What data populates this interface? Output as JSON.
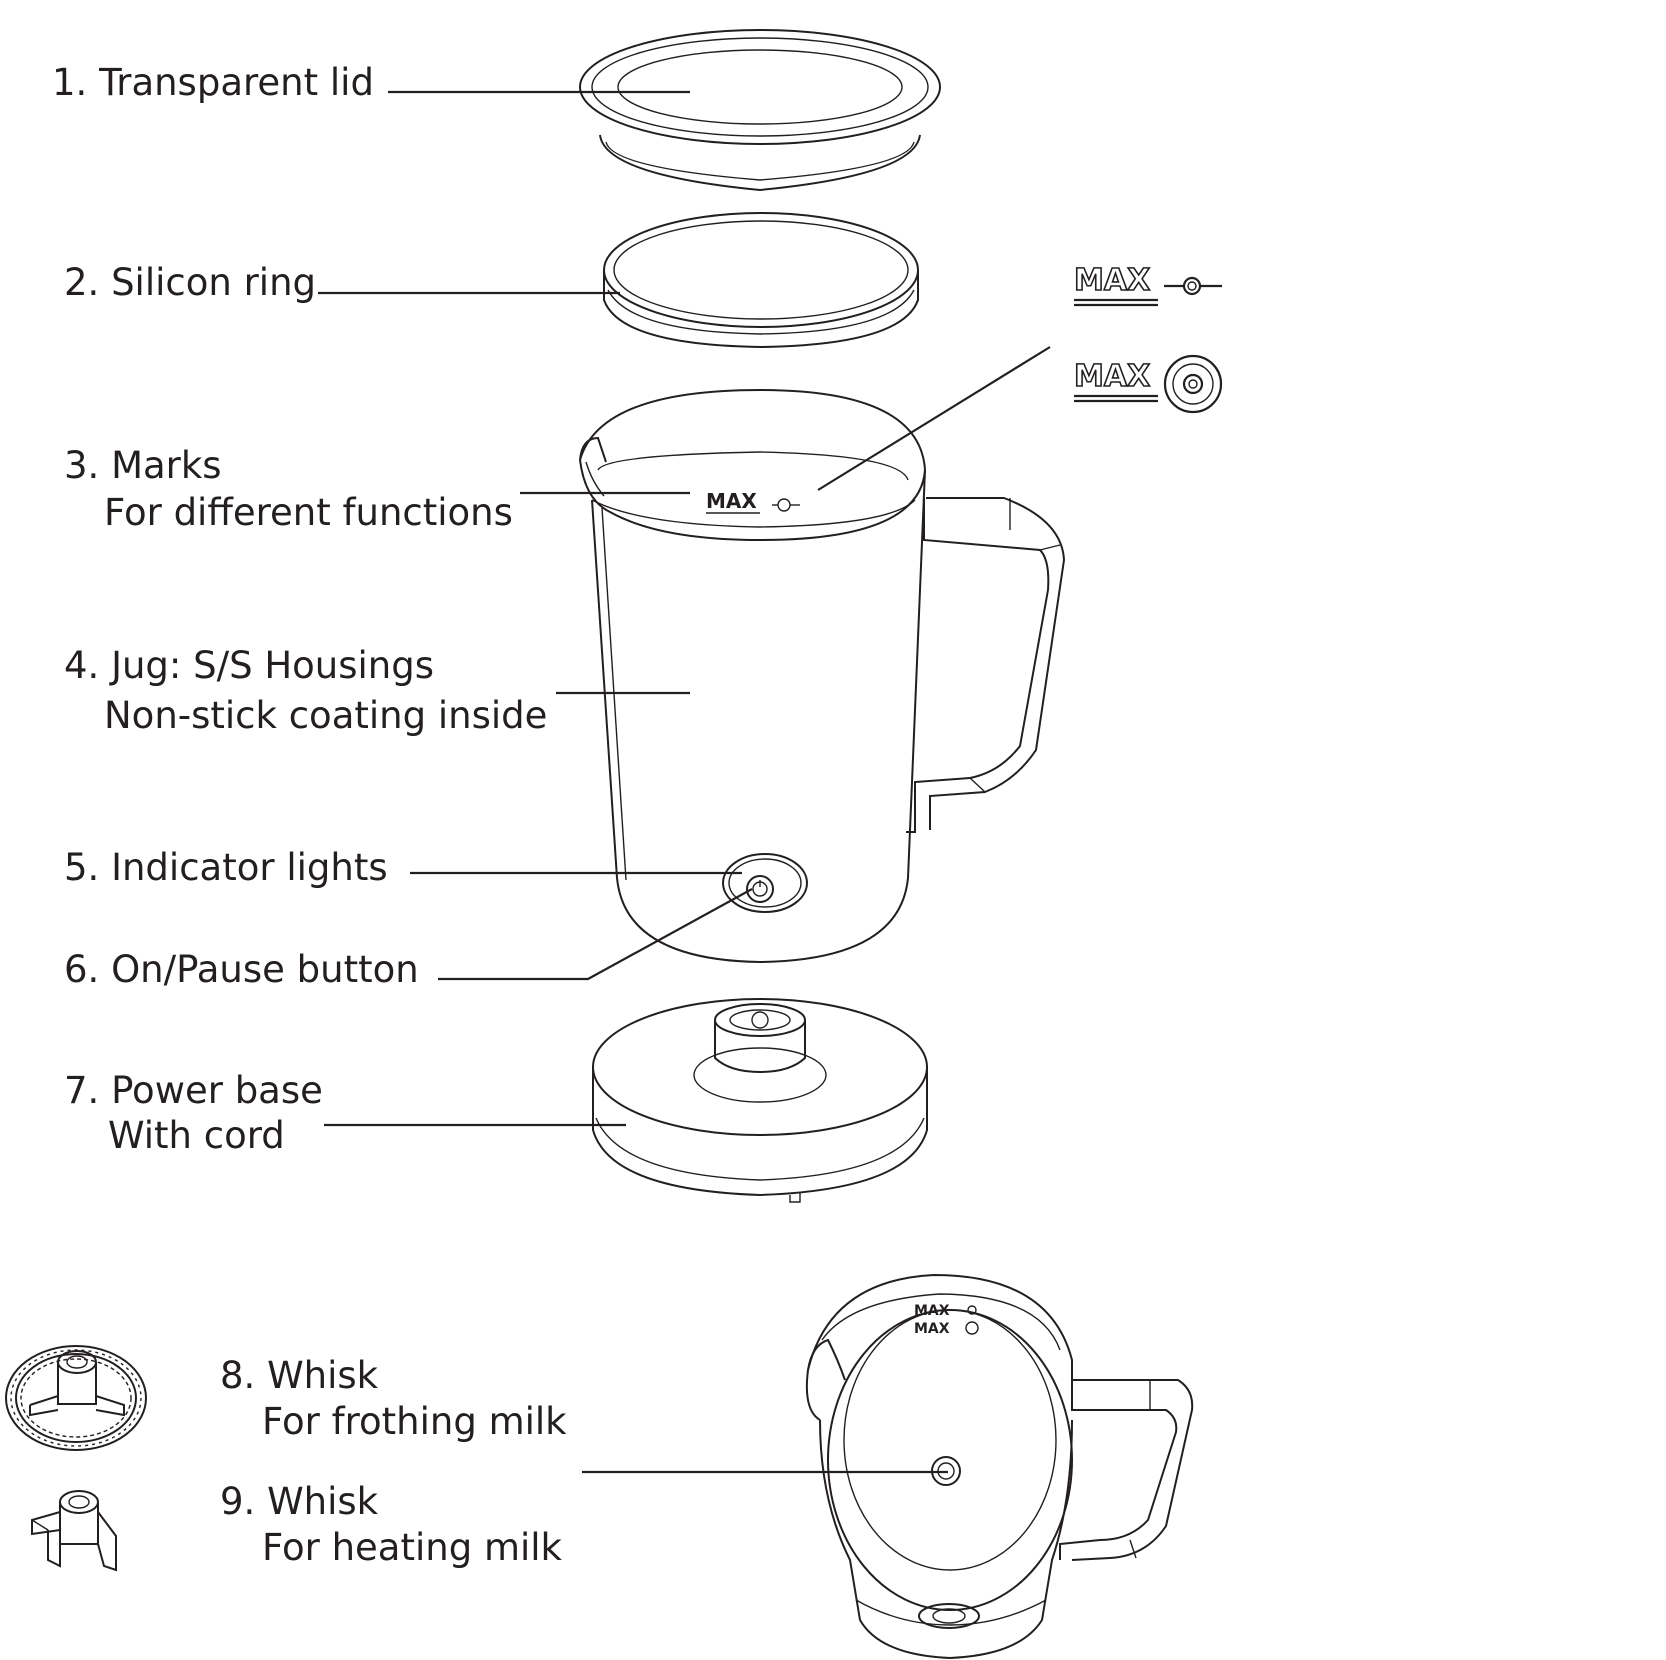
{
  "callouts": [
    {
      "id": "lid",
      "lines": [
        "1. Transparent lid"
      ]
    },
    {
      "id": "ring",
      "lines": [
        "2. Silicon ring"
      ]
    },
    {
      "id": "marks",
      "lines": [
        "3. Marks",
        "For different functions"
      ]
    },
    {
      "id": "jug",
      "lines": [
        "4. Jug: S/S Housings",
        "Non-stick coating inside"
      ]
    },
    {
      "id": "indicator",
      "lines": [
        "5. Indicator lights"
      ]
    },
    {
      "id": "button",
      "lines": [
        "6. On/Pause button"
      ]
    },
    {
      "id": "base",
      "lines": [
        "7. Power base",
        "With cord"
      ]
    },
    {
      "id": "whisk-froth",
      "lines": [
        "8. Whisk",
        "For frothing milk"
      ]
    },
    {
      "id": "whisk-heat",
      "lines": [
        "9. Whisk",
        "For heating milk"
      ]
    }
  ],
  "max_marks": {
    "label": "MAX",
    "symbols": [
      "froth-whisk-symbol",
      "heat-whisk-symbol"
    ]
  }
}
